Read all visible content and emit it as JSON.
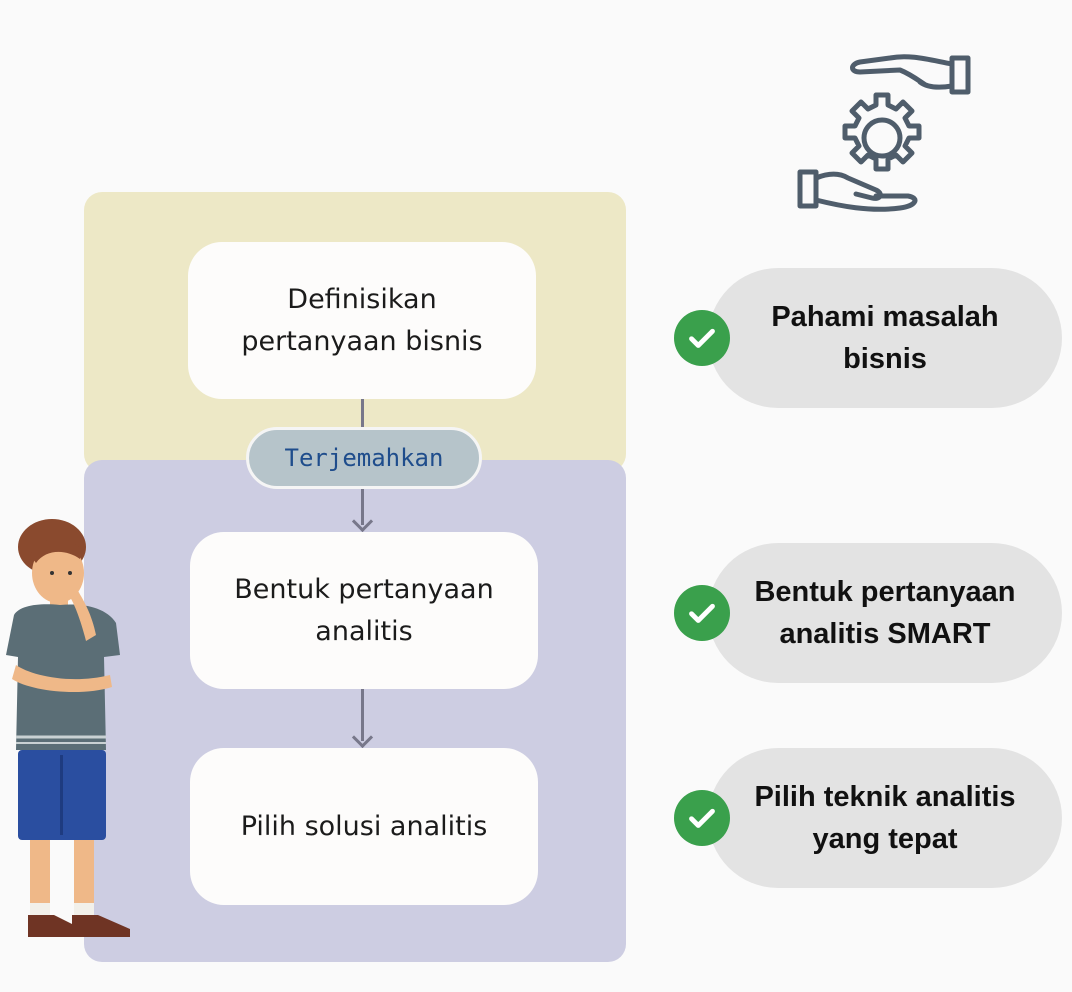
{
  "diagram": {
    "flow_steps": [
      {
        "label": "Definisikan pertanyaan bisnis",
        "lines": [
          "Definisikan",
          "pertanyaan bisnis"
        ]
      },
      {
        "label": "Bentuk pertanyaan analitis",
        "lines": [
          "Bentuk pertanyaan",
          "analitis"
        ]
      },
      {
        "label": "Pilih solusi analitis",
        "lines": [
          "Pilih solusi analitis"
        ]
      }
    ],
    "connector_label": "Terjemahkan",
    "checklist": [
      {
        "lines": [
          "Pahami masalah",
          "bisnis"
        ],
        "icon": "check-circle-icon"
      },
      {
        "lines": [
          "Bentuk pertanyaan",
          "analitis SMART"
        ],
        "icon": "check-circle-icon"
      },
      {
        "lines": [
          "Pilih teknik analitis",
          "yang tepat"
        ],
        "icon": "check-circle-icon"
      }
    ],
    "icons": {
      "top_right": "hands-gear-icon",
      "illustration": "thinking-person-illustration"
    },
    "colors": {
      "top_panel": "#ede8c6",
      "bottom_panel": "#cdcde2",
      "connector_pill": "#b6c4ca",
      "connector_text": "#1f4d8c",
      "check_green": "#3aa04c",
      "checklist_pill": "#e3e3e3"
    }
  }
}
